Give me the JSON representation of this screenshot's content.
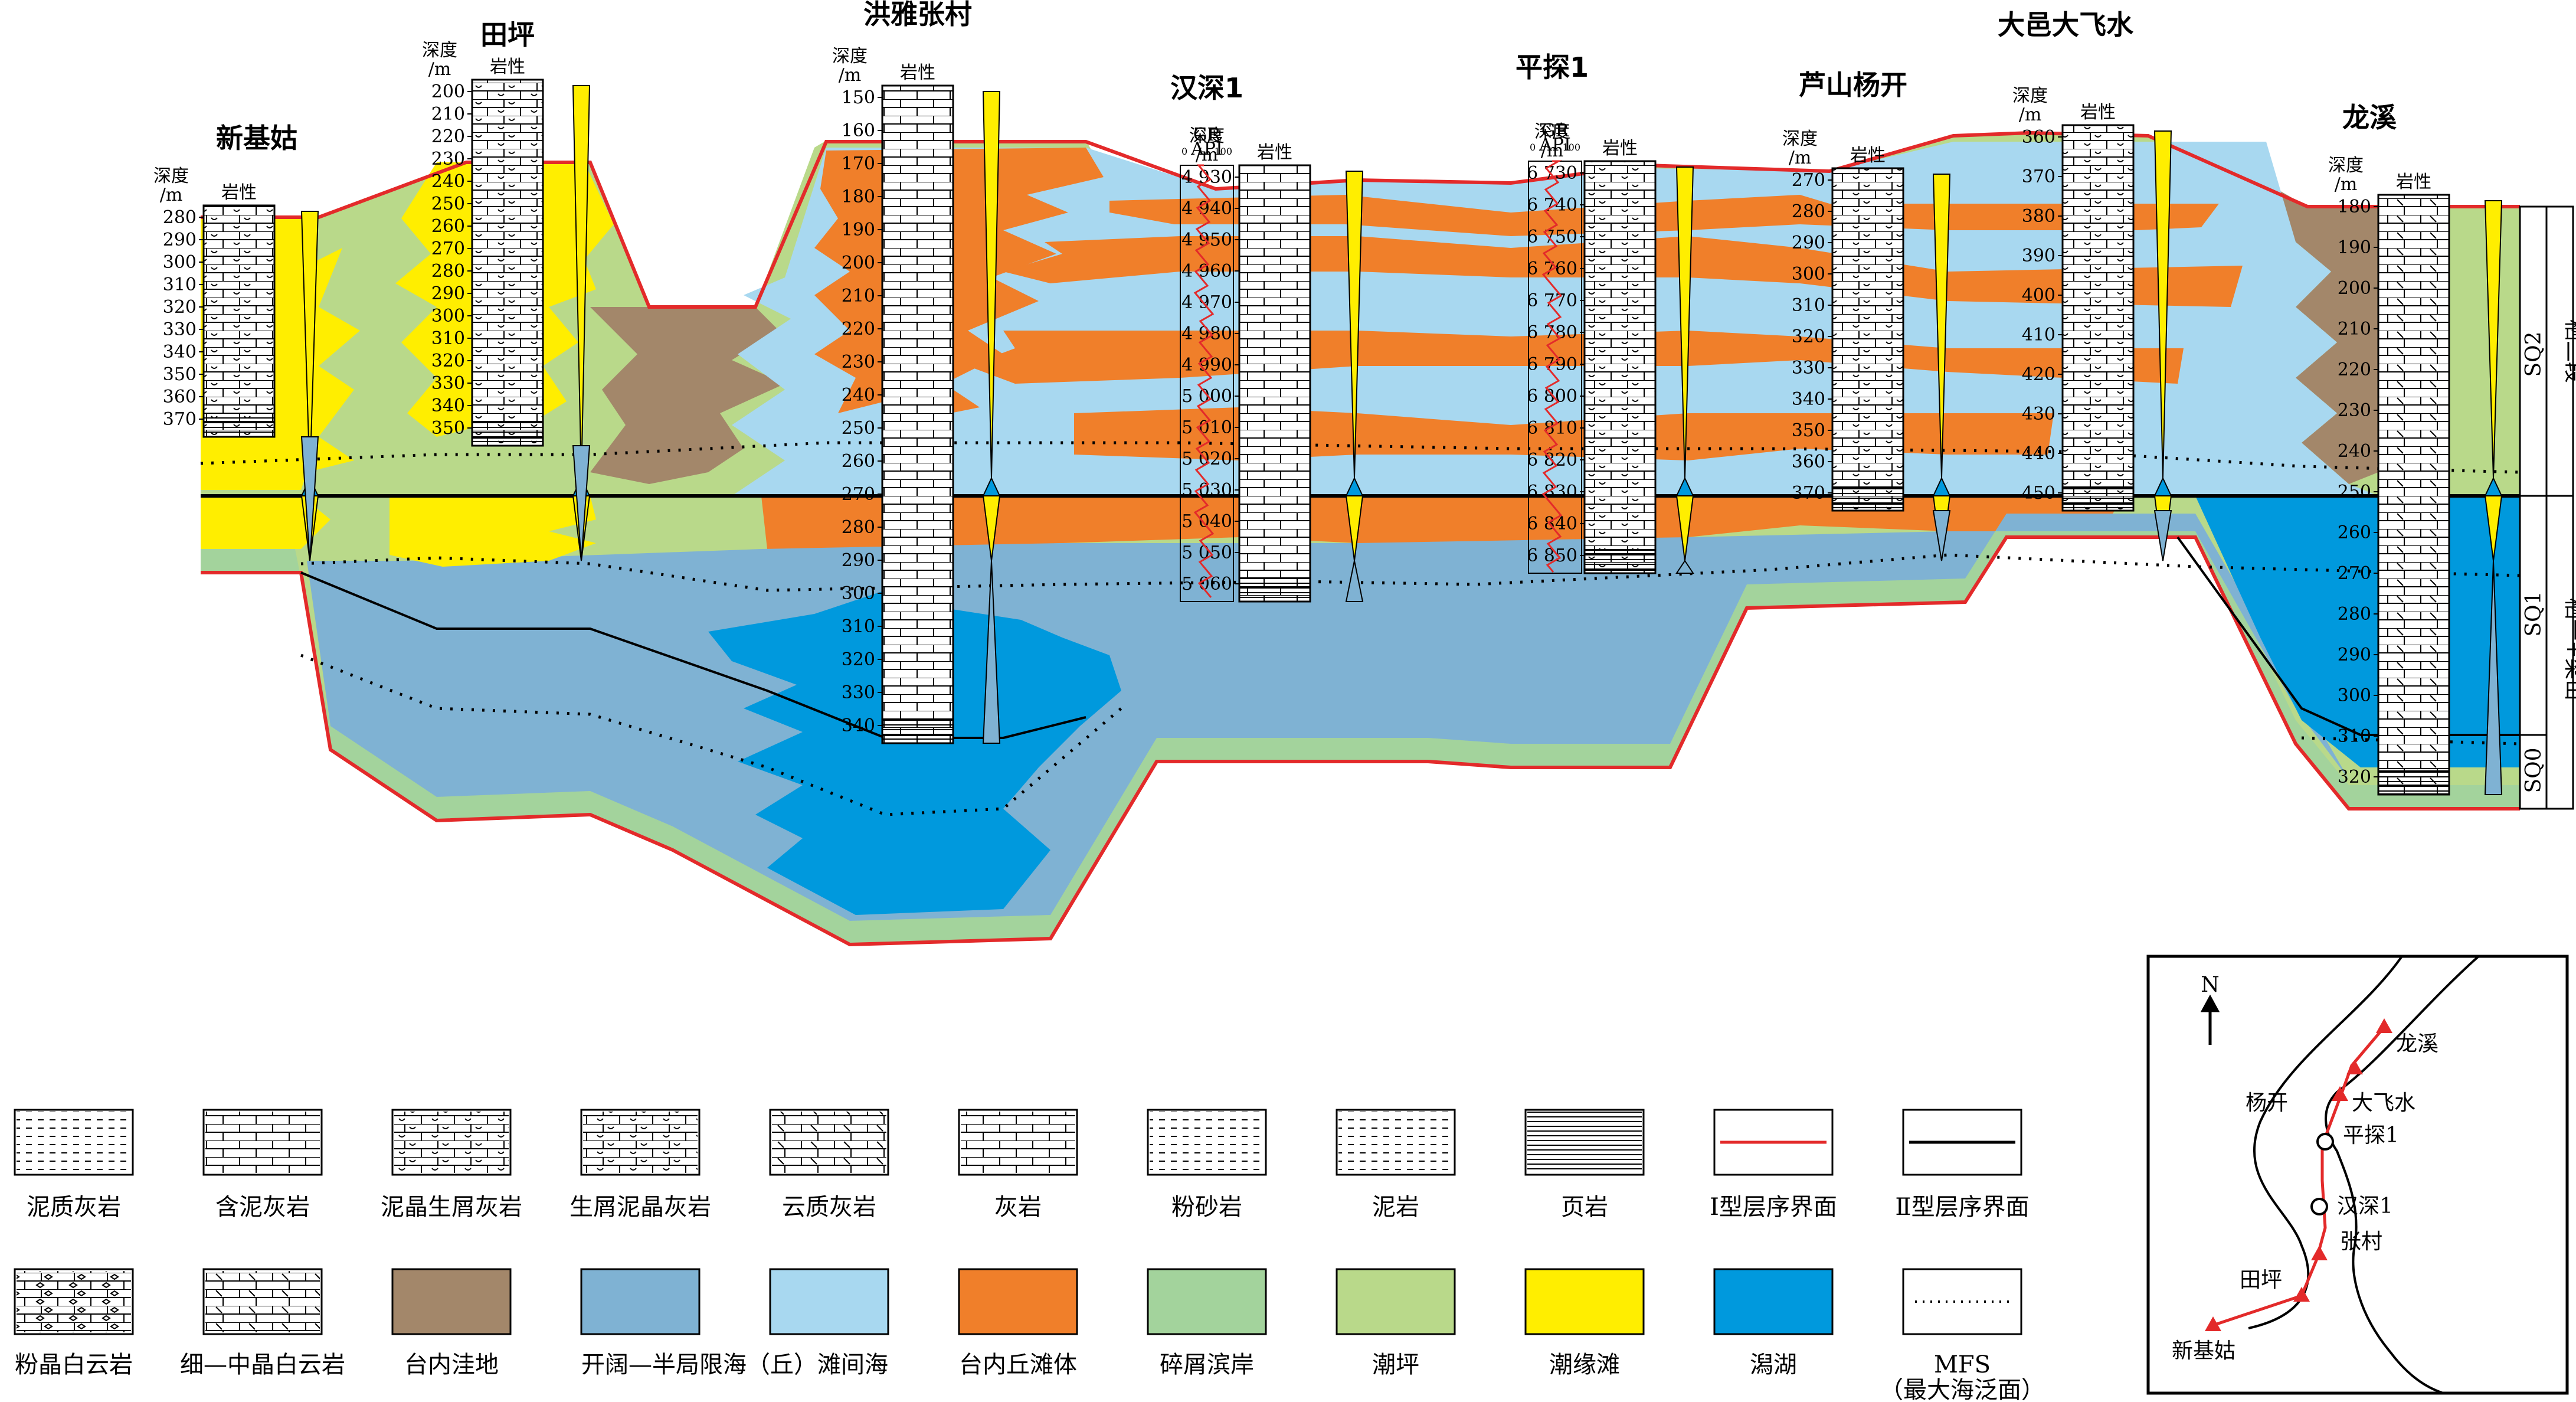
{
  "wells": [
    {
      "id": "xinjigu",
      "name": "新基姑",
      "has_gr": false,
      "depths": [
        "280",
        "290",
        "300",
        "310",
        "320",
        "330",
        "340",
        "350",
        "360",
        "370"
      ],
      "lith": "岩性",
      "depth_hdr": [
        "深度",
        "/m"
      ]
    },
    {
      "id": "tianping",
      "name": "田坪",
      "has_gr": false,
      "depths": [
        "200",
        "210",
        "220",
        "230",
        "240",
        "250",
        "260",
        "270",
        "280",
        "290",
        "300",
        "310",
        "320",
        "330",
        "340",
        "350"
      ],
      "lith": "岩性",
      "depth_hdr": [
        "深度",
        "/m"
      ]
    },
    {
      "id": "zhangcun",
      "name": "洪雅张村",
      "has_gr": false,
      "depths": [
        "150",
        "160",
        "170",
        "180",
        "190",
        "200",
        "210",
        "220",
        "230",
        "240",
        "250",
        "260",
        "270",
        "280",
        "290",
        "300",
        "310",
        "320",
        "330",
        "340"
      ],
      "lith": "岩性",
      "depth_hdr": [
        "深度",
        "/m"
      ]
    },
    {
      "id": "hanshen1",
      "name": "汉深1",
      "has_gr": true,
      "depths": [
        "4 930",
        "4 940",
        "4 950",
        "4 960",
        "4 970",
        "4 980",
        "4 990",
        "5 000",
        "5 010",
        "5 020",
        "5 030",
        "5 040",
        "5 050",
        "5 060"
      ],
      "lith": "岩性",
      "depth_hdr": [
        "深度",
        "/m"
      ],
      "gr": [
        "GR",
        "API"
      ],
      "gr_range": [
        "0",
        "100"
      ]
    },
    {
      "id": "pingtan1",
      "name": "平探1",
      "has_gr": true,
      "depths": [
        "6 730",
        "6 740",
        "6 750",
        "6 760",
        "6 770",
        "6 780",
        "6 790",
        "6 800",
        "6 810",
        "6 820",
        "6 830",
        "6 840",
        "6 850"
      ],
      "lith": "岩性",
      "depth_hdr": [
        "深度",
        "/m"
      ],
      "gr": [
        "GR",
        "API"
      ],
      "gr_range": [
        "0",
        "100"
      ]
    },
    {
      "id": "yangkai",
      "name": "芦山杨开",
      "has_gr": false,
      "depths": [
        "270",
        "280",
        "290",
        "300",
        "310",
        "320",
        "330",
        "340",
        "350",
        "360",
        "370"
      ],
      "lith": "岩性",
      "depth_hdr": [
        "深度",
        "/m"
      ]
    },
    {
      "id": "dafeishui",
      "name": "大邑大飞水",
      "has_gr": false,
      "depths": [
        "360",
        "370",
        "380",
        "390",
        "400",
        "410",
        "420",
        "430",
        "440",
        "450"
      ],
      "lith": "岩性",
      "depth_hdr": [
        "深度",
        "/m"
      ]
    },
    {
      "id": "longxi",
      "name": "龙溪",
      "has_gr": false,
      "depths": [
        "180",
        "190",
        "200",
        "210",
        "220",
        "230",
        "240",
        "250",
        "260",
        "270",
        "280",
        "290",
        "300",
        "310",
        "320"
      ],
      "lith": "岩性",
      "depth_hdr": [
        "深度",
        "/m"
      ]
    }
  ],
  "sequences": {
    "sq2": "SQ2",
    "sq1": "SQ1",
    "sq0": "SQ0",
    "member_upper": "栖二段",
    "member_lower": "栖一+梁山"
  },
  "legend_row1": [
    {
      "key": "nizhihuiyan",
      "label": "泥质灰岩",
      "pattern": "mudlime"
    },
    {
      "key": "hannihuiyan",
      "label": "含泥灰岩",
      "pattern": "slightmud"
    },
    {
      "key": "nijing",
      "label": "泥晶生屑灰岩",
      "pattern": "bio2"
    },
    {
      "key": "shengxie",
      "label": "生屑泥晶灰岩",
      "pattern": "bio1"
    },
    {
      "key": "yunzhi",
      "label": "云质灰岩",
      "pattern": "dololime"
    },
    {
      "key": "huiyan",
      "label": "灰岩",
      "pattern": "lime"
    },
    {
      "key": "fenshayan",
      "label": "粉砂岩",
      "pattern": "silt"
    },
    {
      "key": "niyan",
      "label": "泥岩",
      "pattern": "mud"
    },
    {
      "key": "yeyan",
      "label": "页岩",
      "pattern": "shale"
    },
    {
      "key": "type1",
      "label": "Ⅰ型层序界面",
      "pattern": "redline"
    },
    {
      "key": "type2",
      "label": "Ⅱ型层序界面",
      "pattern": "blackline"
    }
  ],
  "legend_row2": [
    {
      "key": "fenjing",
      "label": "粉晶白云岩",
      "pattern": "dolo"
    },
    {
      "key": "xizhong",
      "label": "细—中晶白云岩",
      "pattern": "finedolo"
    },
    {
      "key": "wadi",
      "label": "台内洼地",
      "color": "#a3876a"
    },
    {
      "key": "kaikuo",
      "label": "开阔—半局限海（丘）滩间海",
      "color": "#7fb2d3"
    },
    {
      "key": "tannei",
      "label": "",
      "color": "#a8d8f0"
    },
    {
      "key": "qiutan",
      "label": "台内丘滩体",
      "color": "#f07f2a"
    },
    {
      "key": "suixie",
      "label": "碎屑滨岸",
      "color": "#a3d39c"
    },
    {
      "key": "chaoping",
      "label": "潮坪",
      "color": "#b9d98a"
    },
    {
      "key": "chaoyuan",
      "label": "潮缘滩",
      "color": "#ffee00"
    },
    {
      "key": "xihu",
      "label": "潟湖",
      "color": "#0099dd"
    },
    {
      "key": "mfs",
      "label": "MFS",
      "sub": "（最大海泛面）",
      "pattern": "dots"
    }
  ],
  "inset": {
    "north": "N",
    "places": [
      "龙溪",
      "大飞水",
      "杨开",
      "平探1",
      "汉深1",
      "张村",
      "田坪",
      "新基姑"
    ]
  },
  "colors": {
    "orange": "#f07f2a",
    "lightblue": "#a8d8f0",
    "blue": "#0099dd",
    "midblue": "#7fb2d3",
    "brown": "#a3876a",
    "green": "#b9d98a",
    "paleGreen": "#a3d39c",
    "yellow": "#ffee00",
    "red": "#e32a2a"
  }
}
